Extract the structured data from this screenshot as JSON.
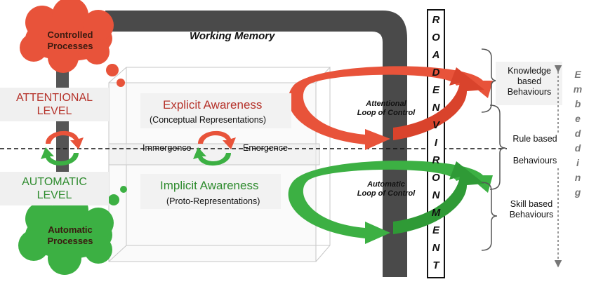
{
  "working_memory_title": "Working Memory",
  "clouds": {
    "controlled": "Controlled Processes",
    "automatic": "Automatic Processes"
  },
  "levels": {
    "attentional": [
      "ATTENTIONAL",
      "LEVEL"
    ],
    "automatic": [
      "AUTOMATIC",
      "LEVEL"
    ]
  },
  "awareness": {
    "explicit": "Explicit Awareness",
    "explicit_sub": "(Conceptual Representations)",
    "implicit": "Implicit Awareness",
    "implicit_sub": "(Proto-Representations)"
  },
  "transitions": {
    "immergence": "Immergence",
    "emergence": "Emergence"
  },
  "loops": {
    "attentional": [
      "Attentional",
      "Loop of Control"
    ],
    "automatic": [
      "Automatic",
      "Loop of Control"
    ]
  },
  "road_environment": [
    "R",
    "O",
    "A",
    "D",
    "E",
    "N",
    "V",
    "I",
    "R",
    "O",
    "N",
    "M",
    "E",
    "N",
    "T"
  ],
  "behaviours": {
    "knowledge": [
      "Knowledge",
      "based",
      "Behaviours"
    ],
    "rule": [
      "Rule based",
      "Behaviours"
    ],
    "skill": [
      "Skill based",
      "Behaviours"
    ]
  },
  "embedding": [
    "E",
    "m",
    "b",
    "e",
    "d",
    "d",
    "i",
    "n",
    "g"
  ],
  "colors": {
    "red": "#e8533a",
    "green": "#3cb043",
    "frame": "#4a4a4a",
    "dark_red_text": "#b5322a",
    "green_text": "#2e8b2e"
  }
}
